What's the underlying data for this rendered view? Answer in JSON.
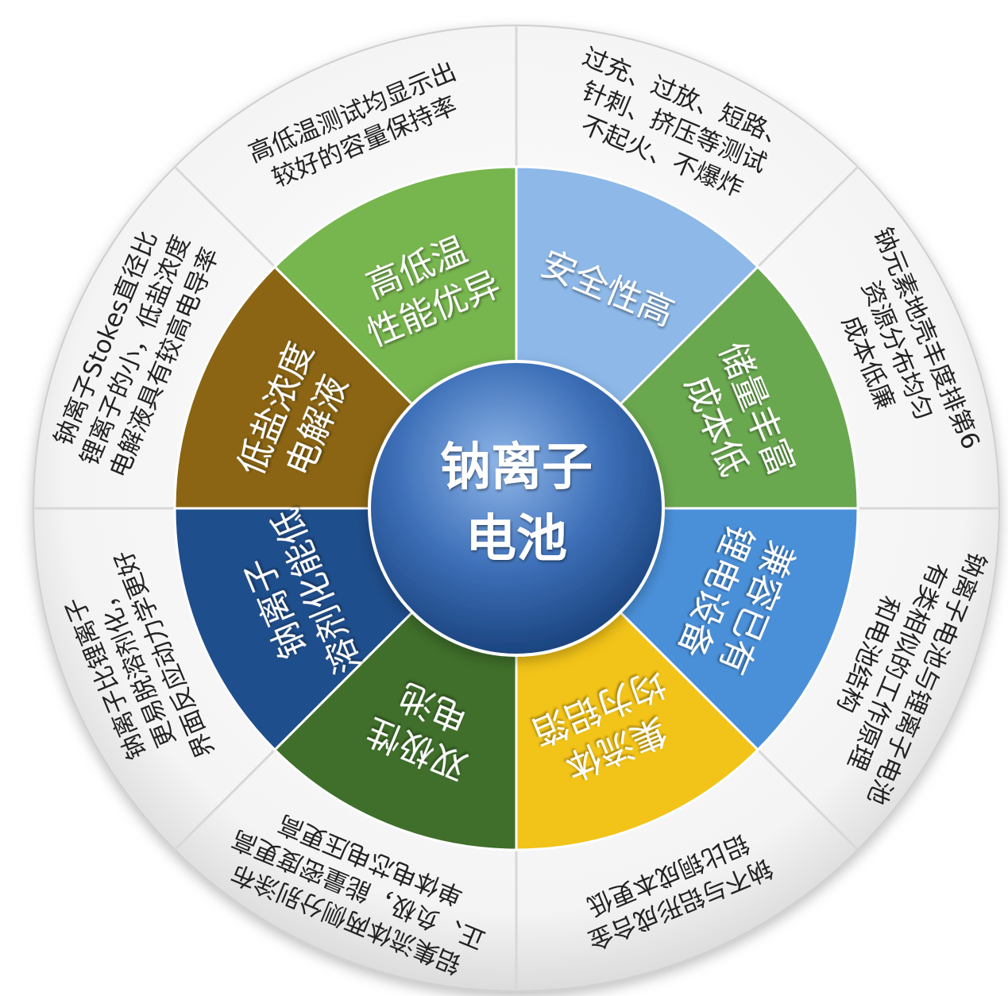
{
  "center": {
    "lines": [
      "钠离子",
      "电池"
    ]
  },
  "segments": [
    {
      "id": "safety",
      "lines": [
        "安全性高"
      ],
      "color": "#8db8e8"
    },
    {
      "id": "reserve",
      "lines": [
        "储量丰富",
        "成本低"
      ],
      "color": "#6aa84f"
    },
    {
      "id": "compatible",
      "lines": [
        "兼容已有",
        "锂电设备"
      ],
      "color": "#4a90d9"
    },
    {
      "id": "aluminum",
      "lines": [
        "集流体",
        "均为铝箔"
      ],
      "color": "#f2c318"
    },
    {
      "id": "bipolar",
      "lines": [
        "双极性",
        "电池"
      ],
      "color": "#3f6f2a"
    },
    {
      "id": "solvation",
      "lines": [
        "钠离子",
        "溶剂化能低"
      ],
      "color": "#1f4e8c"
    },
    {
      "id": "lowsalt",
      "lines": [
        "低盐浓度",
        "电解液"
      ],
      "color": "#8b6513"
    },
    {
      "id": "temperature",
      "lines": [
        "高低温",
        "性能优异"
      ],
      "color": "#77b54e"
    }
  ],
  "outer_notes": [
    {
      "id": "safety-note",
      "lines": [
        "过充、过放、短路、",
        "针刺、挤压等测试",
        "不起火、不爆炸"
      ]
    },
    {
      "id": "reserve-note",
      "lines": [
        "钠元素地壳丰度排第6",
        "资源分布均匀",
        "成本低廉"
      ]
    },
    {
      "id": "compatible-note",
      "lines": [
        "钠离子电池与锂离子电池",
        "有类相似的工作原理",
        "和电池结构"
      ]
    },
    {
      "id": "aluminum-note",
      "lines": [
        "钠不与铝形成合金",
        "铝比铜成本更低"
      ]
    },
    {
      "id": "bipolar-note",
      "lines": [
        "铝集流体两侧分别涂布",
        "正、负极，能量密度更高",
        "单体电芯电压更高"
      ]
    },
    {
      "id": "solvation-note",
      "lines": [
        "钠离子比锂离子",
        "更易脱溶剂化，",
        "界面反应动力学更好"
      ]
    },
    {
      "id": "lowsalt-note",
      "lines": [
        "钠离子Stokes直径比",
        "锂离子的小，低盐浓度",
        "电解液具有较高电导率"
      ]
    },
    {
      "id": "temperature-note",
      "lines": [
        "高低温测试均显示出",
        "较好的容量保持率"
      ]
    }
  ],
  "colors": {
    "outer_ring": "#efefef",
    "divider": "#d8d8d8",
    "center_light": "#6f9fdc",
    "center_dark": "#1e4f96"
  }
}
